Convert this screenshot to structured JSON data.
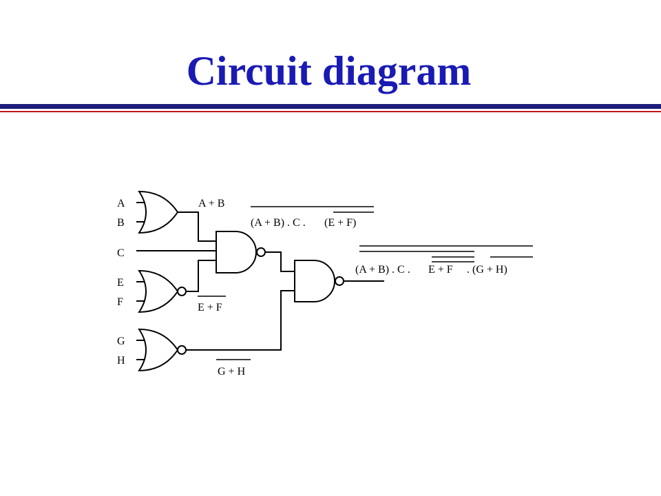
{
  "slide": {
    "title": "Circuit diagram",
    "accent_colors": {
      "title": "#1a1ab4",
      "rule_top": "#1c1c7a",
      "rule_bottom": "#c01818"
    }
  },
  "diagram": {
    "inputs": [
      "A",
      "B",
      "C",
      "E",
      "F",
      "G",
      "H"
    ],
    "labels": {
      "or_ab_out": "A + B",
      "nor_ef_out": "E + F",
      "nor_gh_out": "G + H",
      "nand1_out_part1": "(A + B) . C .",
      "nand1_out_part2": "(E + F)",
      "final_part1": "(A + B) . C .",
      "final_part2": "E + F",
      "final_part3": ". (G + H)"
    }
  }
}
